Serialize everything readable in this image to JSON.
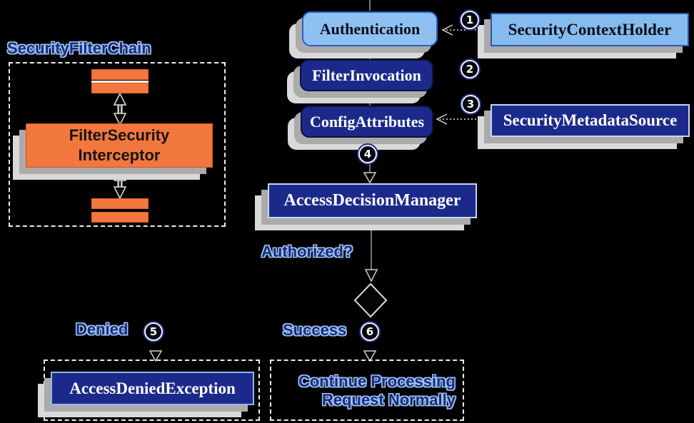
{
  "colors": {
    "background": "#000000",
    "light_blue_fill": "#8fc0f2",
    "navy_fill": "#1b2a8a",
    "orange_fill": "#f2773e",
    "shadow_gray": "#ababab",
    "fancy_text_fill": "#1c2a80",
    "fancy_text_outline": "#9cc3ee"
  },
  "left_panel": {
    "title": "SecurityFilterChain",
    "interceptor_line1": "FilterSecurity",
    "interceptor_line2": "Interceptor"
  },
  "flow": {
    "authentication": "Authentication",
    "security_context_holder": "SecurityContextHolder",
    "filter_invocation": "FilterInvocation",
    "config_attributes": "ConfigAttributes",
    "security_metadata_source": "SecurityMetadataSource",
    "access_decision_manager": "AccessDecisionManager",
    "authorized_question": "Authorized?",
    "denied_label": "Denied",
    "success_label": "Success",
    "access_denied_exception": "AccessDeniedException",
    "continue_processing_line1": "Continue Processing",
    "continue_processing_line2": "Request Normally",
    "steps": [
      "1",
      "2",
      "3",
      "4",
      "5",
      "6"
    ]
  }
}
